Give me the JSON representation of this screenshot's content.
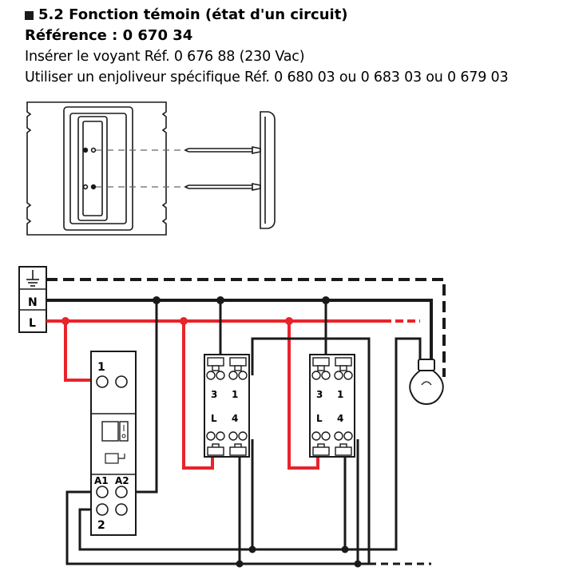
{
  "header": {
    "title": "5.2 Fonction témoin (état d'un circuit)",
    "reference": "Référence : 0 670 34",
    "instruction_1": "Insérer le voyant Réf. 0 676 88 (230 Vac)",
    "instruction_2": "Utiliser un enjoliveur spécifique Réf. 0 680 03 ou 0 683 03 ou 0 679 03"
  },
  "wiring": {
    "supply_labels": {
      "earth": "⏚",
      "neutral": "N",
      "live": "L"
    },
    "relay_terminals": {
      "t1": "1",
      "a1": "A1",
      "a2": "A2",
      "t2": "2"
    },
    "pushbutton_1": {
      "t3": "3",
      "t1": "1",
      "tl": "L",
      "t4": "4"
    },
    "pushbutton_2": {
      "t3": "3",
      "t1": "1",
      "tl": "L",
      "t4": "4"
    }
  },
  "colors": {
    "live_wire": "#e8242b",
    "neutral_wire": "#1a1a1a",
    "earth_wire": "#1a1a1a",
    "outline": "#1a1a1a"
  },
  "icons": {
    "lamp": "lightbulb-icon",
    "earth": "earth-ground-icon"
  }
}
